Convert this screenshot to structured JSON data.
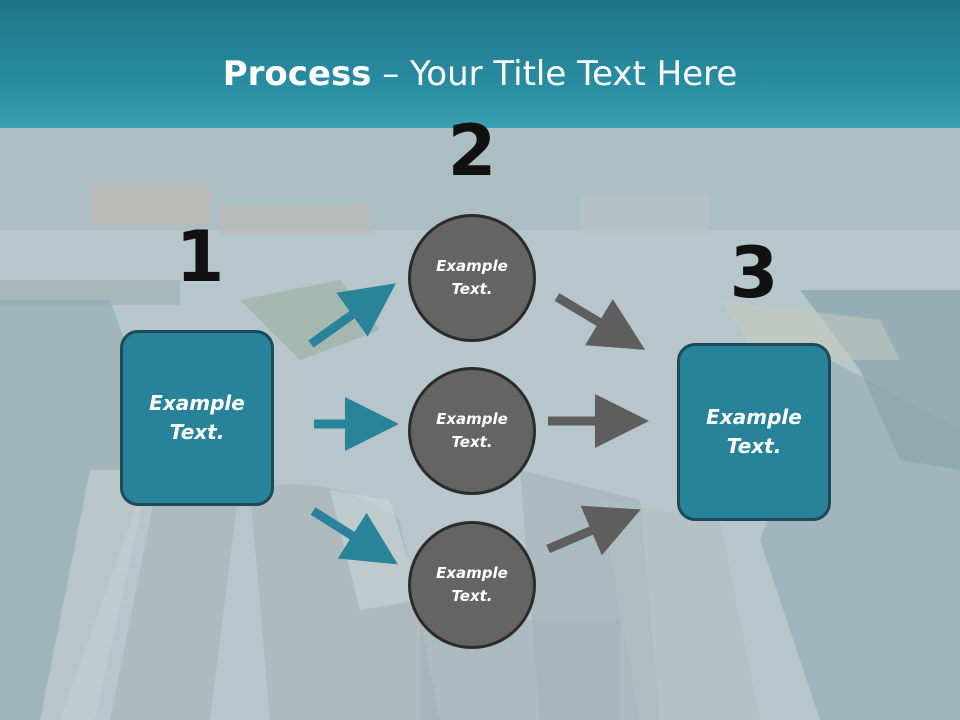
{
  "title": {
    "bold": "Process",
    "rest": " – Your Title Text Here"
  },
  "steps": [
    "1",
    "2",
    "3"
  ],
  "left_box": {
    "line1": "Example",
    "line2": "Text."
  },
  "right_box": {
    "line1": "Example",
    "line2": "Text."
  },
  "circles": [
    {
      "line1": "Example",
      "line2": "Text."
    },
    {
      "line1": "Example",
      "line2": "Text."
    },
    {
      "line1": "Example",
      "line2": "Text."
    }
  ],
  "colors": {
    "teal": "#27829a",
    "gray": "#646464",
    "arrow_teal": "#2a8399",
    "arrow_gray": "#5e5e5e"
  }
}
